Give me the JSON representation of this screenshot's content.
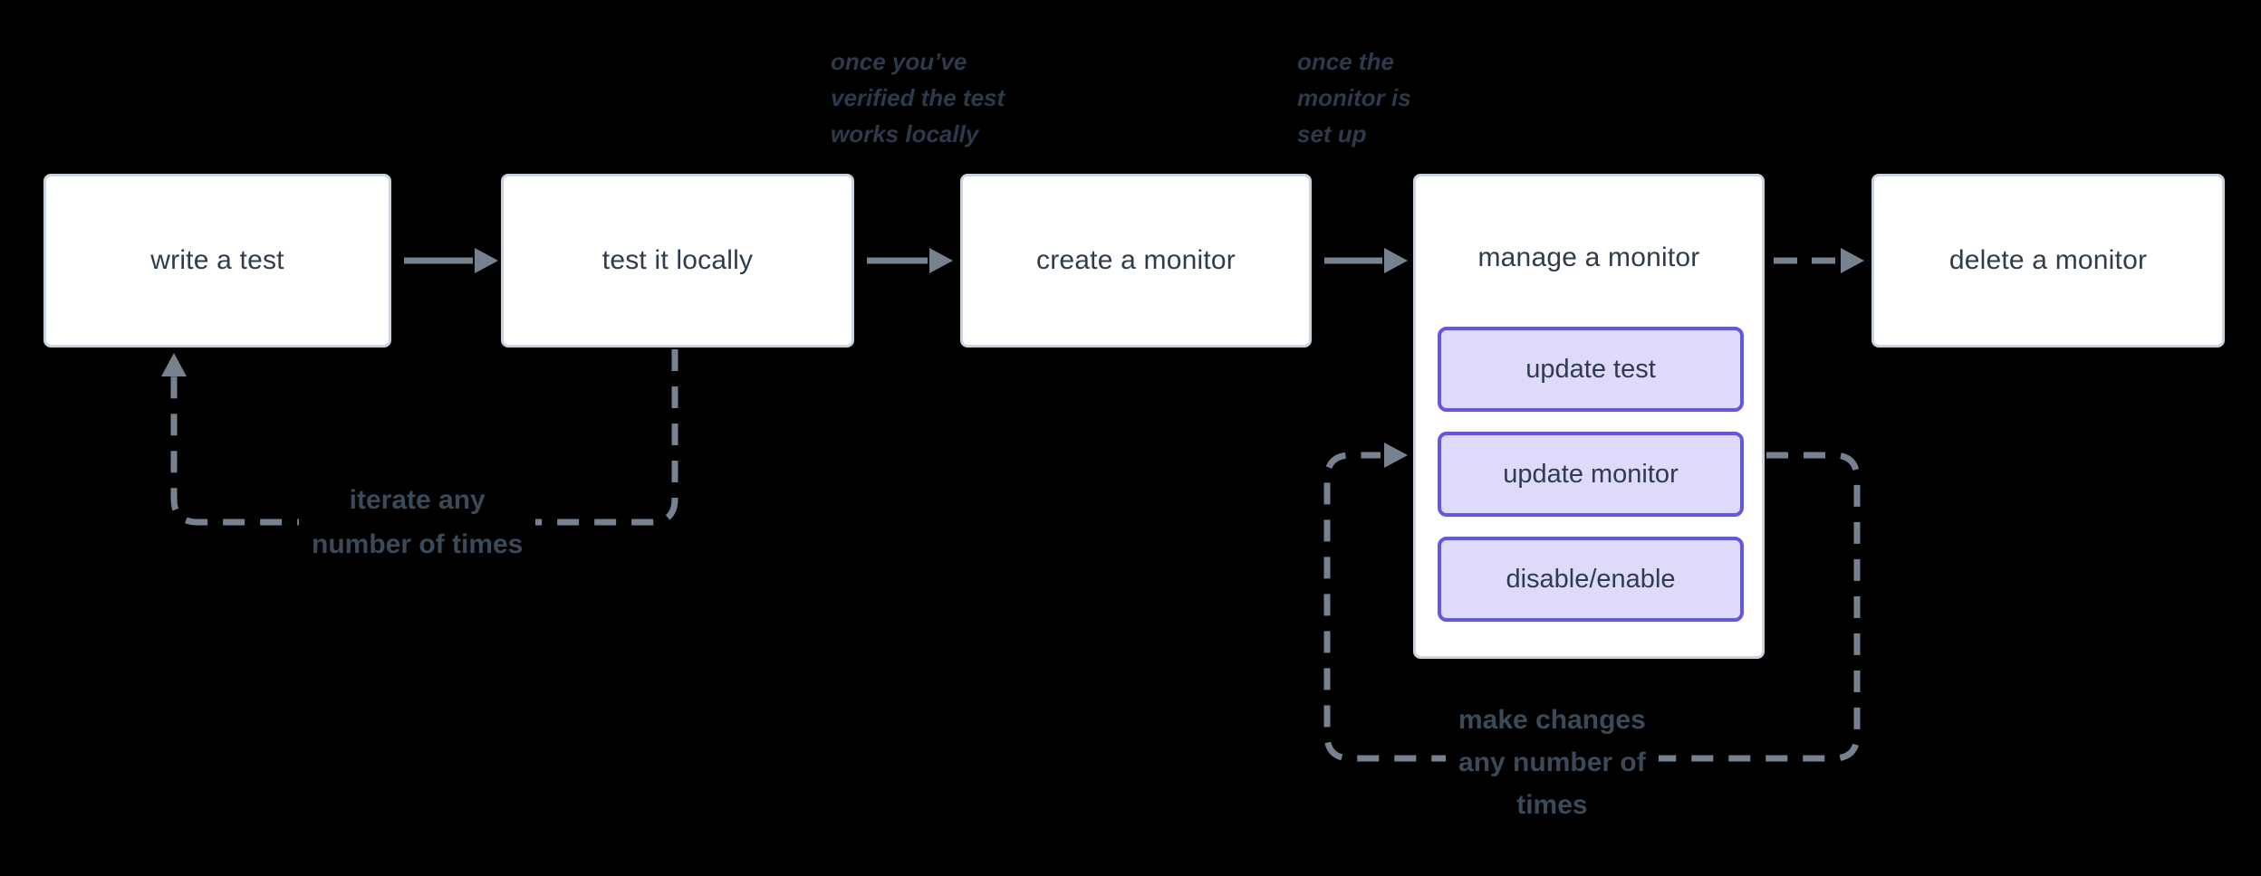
{
  "diagram": {
    "type": "flowchart",
    "background": "#000000"
  },
  "colors": {
    "arrow": "#76828f",
    "box_fill": "#ffffff",
    "box_border": "#c9d4e0",
    "box_text": "#2e3c4c",
    "subbox_fill": "#dfdafa",
    "subbox_border": "#6456e4",
    "annotation_text": "#2c3a4b",
    "loop_label_text": "#3b4a59"
  },
  "nodes": [
    {
      "id": "write-test",
      "label": "write a test"
    },
    {
      "id": "test-locally",
      "label": "test it locally"
    },
    {
      "id": "create-monitor",
      "label": "create a monitor"
    },
    {
      "id": "manage-monitor",
      "label": "manage a monitor",
      "children": [
        {
          "id": "update-test",
          "label": "update test"
        },
        {
          "id": "update-monitor",
          "label": "update monitor"
        },
        {
          "id": "disable-enable",
          "label": "disable/enable"
        }
      ]
    },
    {
      "id": "delete-monitor",
      "label": "delete a monitor"
    }
  ],
  "annotations": [
    {
      "id": "once-verified",
      "lines": [
        "once you’ve",
        "verified the test",
        "works locally"
      ]
    },
    {
      "id": "once-set-up",
      "lines": [
        "once the",
        "monitor is",
        "set up"
      ]
    }
  ],
  "loop_labels": [
    {
      "id": "iterate-loop",
      "lines": [
        "iterate any",
        "number of times"
      ]
    },
    {
      "id": "make-changes-loop",
      "lines": [
        "make changes",
        "any number of",
        "times"
      ]
    }
  ]
}
